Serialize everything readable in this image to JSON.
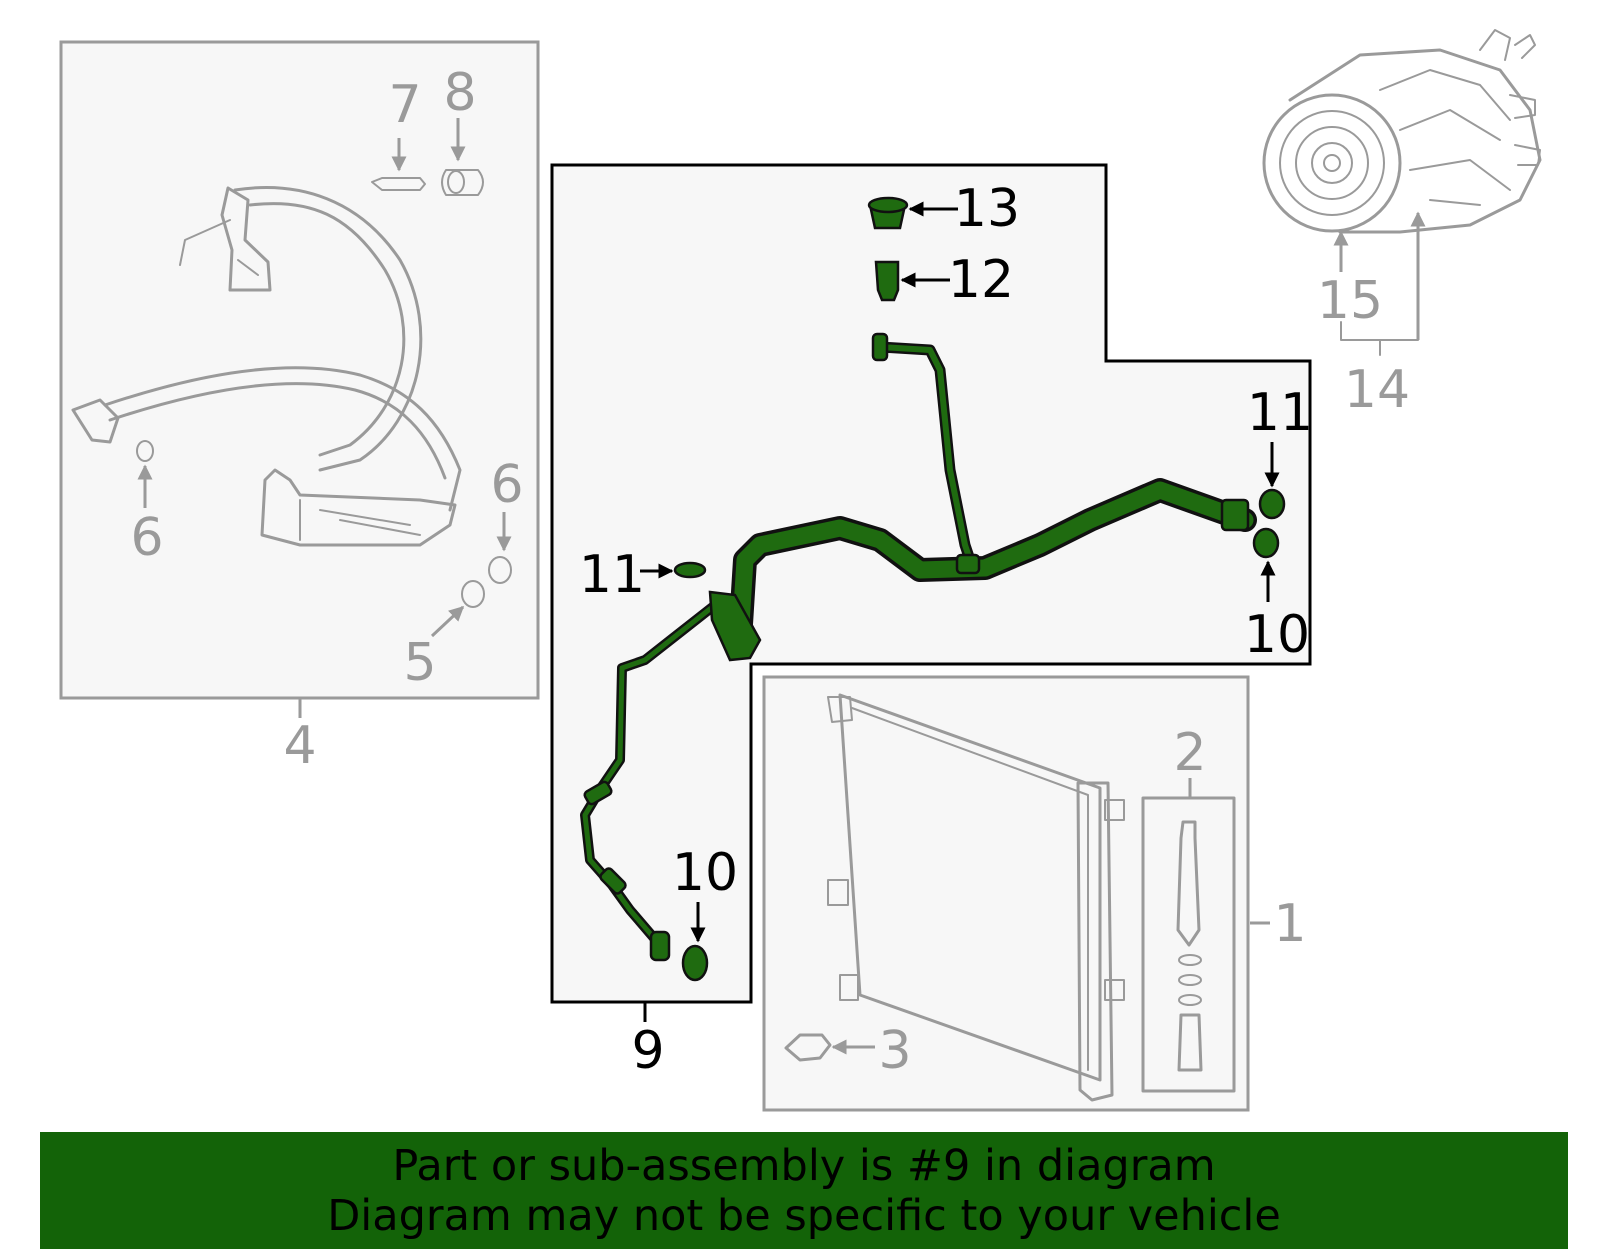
{
  "callouts": {
    "c1": "1",
    "c2": "2",
    "c3": "3",
    "c4": "4",
    "c5": "5",
    "c6a": "6",
    "c6b": "6",
    "c7": "7",
    "c8": "8",
    "c9": "9",
    "c10a": "10",
    "c10b": "10",
    "c11a": "11",
    "c11b": "11",
    "c12": "12",
    "c13": "13",
    "c14": "14",
    "c15": "15"
  },
  "highlight": {
    "part_number": "9",
    "color": "#1f6b10"
  },
  "banner": {
    "line1": "Part or sub-assembly is #9 in diagram",
    "line2": "Diagram may not be specific to your vehicle",
    "background": "#136308"
  }
}
